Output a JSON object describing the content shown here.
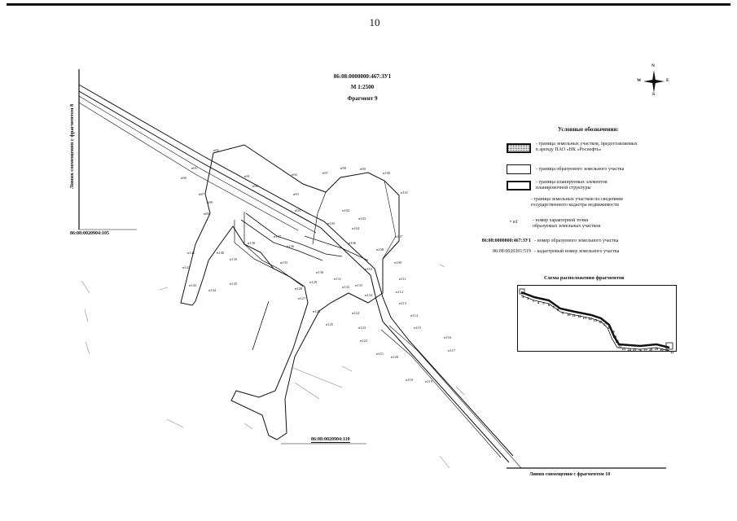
{
  "page_number": "10",
  "header": {
    "parcel_id": "86:08:0000000:467:ЗУ1",
    "scale": "М 1:2500",
    "fragment": "Фрагмент 9"
  },
  "compass": {
    "n": "N",
    "s": "S",
    "w": "W",
    "e": "E"
  },
  "side_labels": {
    "left": "Линия совмещения с фрагментом 8",
    "bottom": "Линия совмещения с фрагментом 10"
  },
  "legend": {
    "title": "Условные обозначения:",
    "items": [
      {
        "text": "- граница земельных участков, предоставляемых\nв аренду ПАО «НК «Роснефть»"
      },
      {
        "text": "- граница образуемого земельного участка"
      },
      {
        "text": "- граница планируемых элементов\nпланировочной структуры"
      },
      {
        "text": "- граница земельных участков по сведениям\nгосударственного кадастра недвижимости"
      },
      {
        "symbol": "• н1",
        "text": "- номер характерной точки\nобразуемых земельных участков"
      },
      {
        "symbol": "86:08:0000000:467:ЗУ1",
        "text": "- номер образуемого земельного участка"
      },
      {
        "symbol": "86:08:0020301:519",
        "text": "- кадастровый номер земельного участка"
      }
    ]
  },
  "cadastral_labels": {
    "left_parcel": "86:08:0020904:105",
    "bottom_parcel": "86:08:0020904:110"
  },
  "scheme": {
    "title": "Схема расположения фрагментов",
    "fragments": [
      "1",
      "2",
      "3",
      "4",
      "5",
      "6",
      "7",
      "8",
      "9",
      "10",
      "11",
      "12",
      "13",
      "14",
      "15",
      "16",
      "17",
      "18",
      "19",
      "20",
      "21",
      "22",
      "23",
      "24",
      "25",
      "26",
      "27",
      "28",
      "29",
      "30",
      "31",
      "32"
    ]
  },
  "points": [
    "н85",
    "н95",
    "н96",
    "н87",
    "н88",
    "н89",
    "н90",
    "н91",
    "н92",
    "н93",
    "н94",
    "н97",
    "н98",
    "н99",
    "н100",
    "н101",
    "н102",
    "н103",
    "н104",
    "н105",
    "н106",
    "н107",
    "н108",
    "н109",
    "н110",
    "н111",
    "н112",
    "н113",
    "н114",
    "н115",
    "н116",
    "н117",
    "н118",
    "н119",
    "н120",
    "н121",
    "н122",
    "н123",
    "н124",
    "н125",
    "н126",
    "н127",
    "н128",
    "н129",
    "н130",
    "н131",
    "н132",
    "н133",
    "н134",
    "н135",
    "н136",
    "н137",
    "н138",
    "н139",
    "н140",
    "н141",
    "н142",
    "н143",
    "н144",
    "н145"
  ],
  "colors": {
    "ink": "#111111",
    "hatch": "#555555",
    "paper": "#ffffff"
  }
}
